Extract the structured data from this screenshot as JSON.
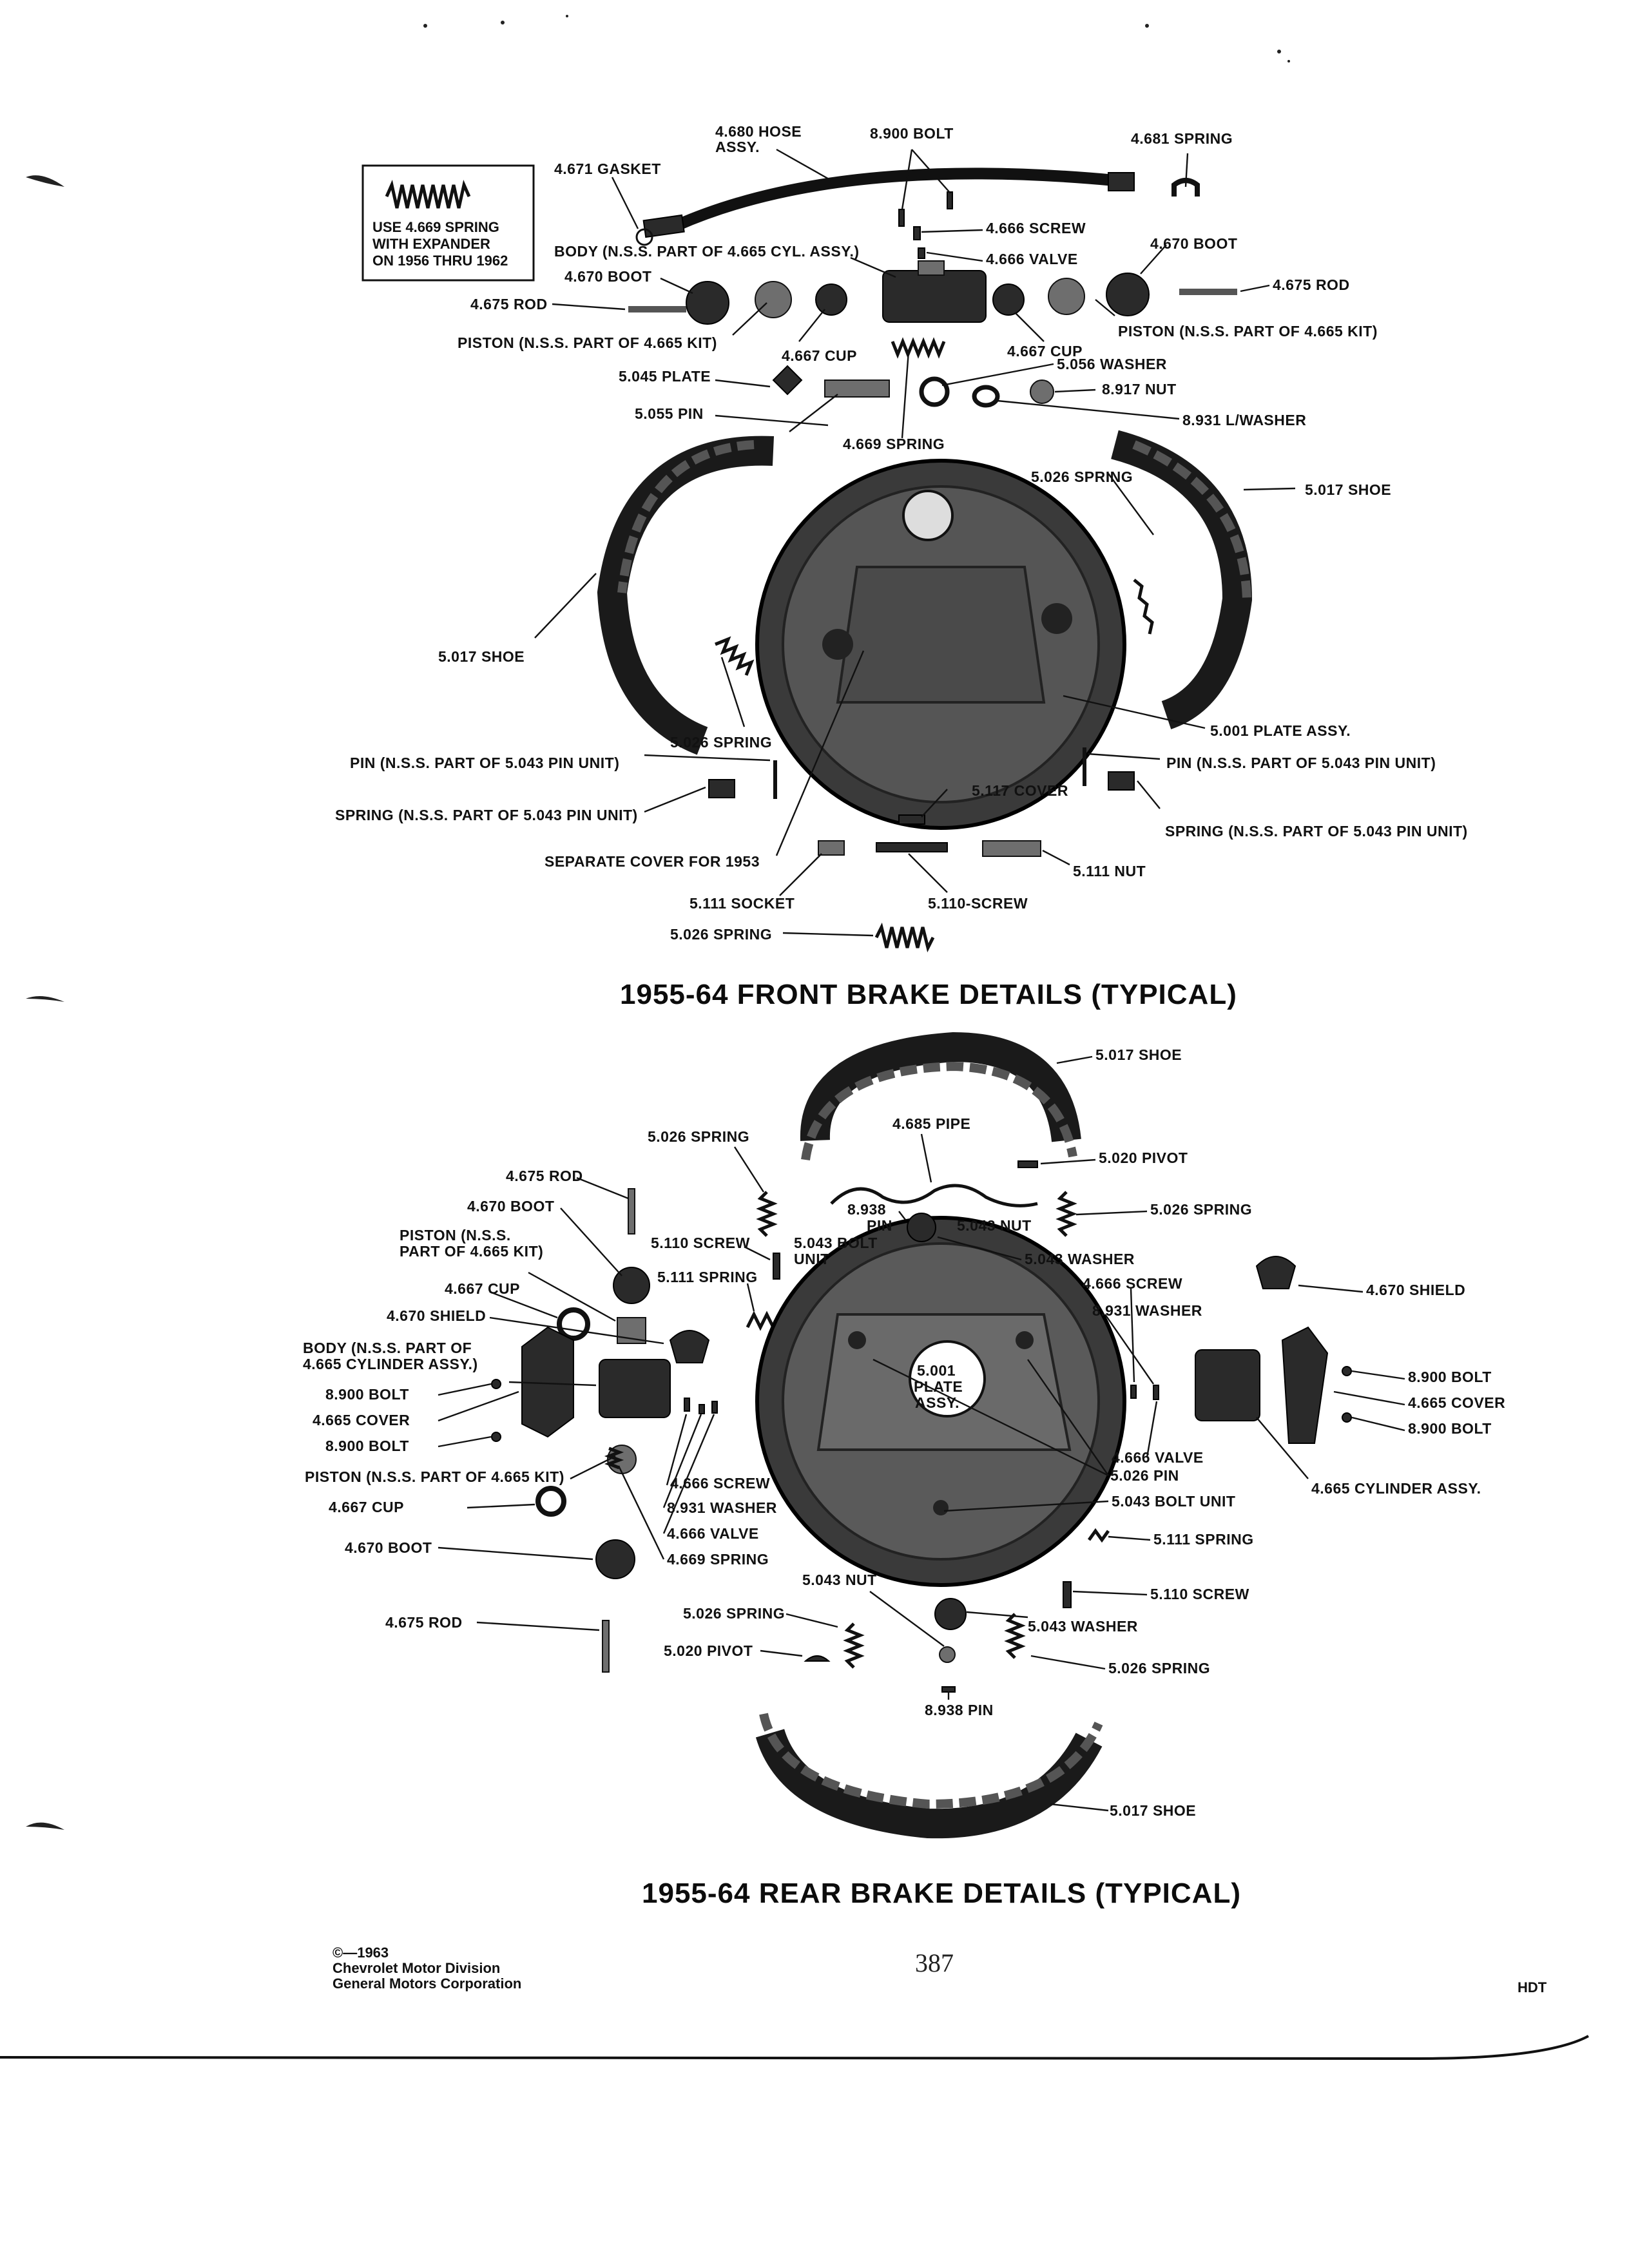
{
  "front": {
    "title": "1955-64 FRONT BRAKE DETAILS (TYPICAL)",
    "note": [
      "USE 4.669 SPRING",
      "WITH EXPANDER",
      "ON 1956 THRU 1962"
    ],
    "labels": {
      "hose_assy_1": "4.680 HOSE",
      "hose_assy_2": "ASSY.",
      "bolt_8900": "8.900 BOLT",
      "spring_4681": "4.681 SPRING",
      "gasket": "4.671 GASKET",
      "screw_4666": "4.666 SCREW",
      "valve_4666": "4.666 VALVE",
      "body": "BODY (N.S.S. PART OF 4.665 CYL. ASSY.)",
      "boot_left": "4.670 BOOT",
      "boot_right": "4.670 BOOT",
      "rod_left": "4.675 ROD",
      "rod_right": "4.675 ROD",
      "piston_left": "PISTON (N.S.S. PART OF 4.665 KIT)",
      "piston_right": "PISTON (N.S.S. PART OF 4.665 KIT)",
      "cup_left": "4.667 CUP",
      "cup_right": "4.667 CUP",
      "plate_5045": "5.045 PLATE",
      "washer_5056": "5.056 WASHER",
      "nut_8917": "8.917 NUT",
      "pin_5055": "5.055 PIN",
      "lwasher_8931": "8.931 L/WASHER",
      "spring_4669": "4.669 SPRING",
      "spring_5026_right": "5.026 SPRING",
      "shoe_right": "5.017 SHOE",
      "shoe_left": "5.017 SHOE",
      "spring_5026_left": "5.026 SPRING",
      "plate_assy": "5.001 PLATE ASSY.",
      "pin_left": "PIN (N.S.S. PART OF 5.043 PIN UNIT)",
      "pin_right": "PIN (N.S.S. PART OF 5.043 PIN UNIT)",
      "cover_5117": "5.117 COVER",
      "spring_pin_left": "SPRING (N.S.S. PART OF 5.043 PIN UNIT)",
      "spring_pin_right": "SPRING (N.S.S. PART OF 5.043 PIN UNIT)",
      "sep_cover": "SEPARATE COVER FOR 1953",
      "nut_5111": "5.111 NUT",
      "socket_5111": "5.111 SOCKET",
      "screw_5110": "5.110-SCREW",
      "spring_5026_bottom": "5.026 SPRING"
    }
  },
  "rear": {
    "title": "1955-64 REAR BRAKE DETAILS (TYPICAL)",
    "labels": {
      "shoe_top": "5.017 SHOE",
      "pipe_4685": "4.685 PIPE",
      "spring_5026_tl": "5.026 SPRING",
      "pivot_5020_top": "5.020 PIVOT",
      "rod_4675_top": "4.675 ROD",
      "boot_4670_top": "4.670 BOOT",
      "pin_8938_1": "8.938",
      "pin_8938_2": "PIN",
      "nut_5043": "5.043 NUT",
      "spring_5026_tr": "5.026 SPRING",
      "piston_1": "PISTON (N.S.S.",
      "piston_2": "PART OF 4.665 KIT)",
      "screw_5110_top": "5.110 SCREW",
      "bolt_5043_1": "5.043 BOLT",
      "bolt_5043_2": "UNIT",
      "washer_5043_top": "5.043 WASHER",
      "spring_5111_top": "5.111 SPRING",
      "cup_4667_top": "4.667 CUP",
      "screw_4666_right": "4.666 SCREW",
      "shield_4670_right": "4.670 SHIELD",
      "washer_8931_right": "8.931 WASHER",
      "shield_4670_left": "4.670 SHIELD",
      "body_1": "BODY (N.S.S. PART OF",
      "body_2": "4.665 CYLINDER ASSY.)",
      "plate_1": "5.001",
      "plate_2": "PLATE",
      "plate_3": "ASSY.",
      "bolt_8900_right_top": "8.900 BOLT",
      "bolt_8900_left_top": "8.900 BOLT",
      "cover_4665_right": "4.665 COVER",
      "cover_4665_left": "4.665 COVER",
      "bolt_8900_right_bot": "8.900 BOLT",
      "bolt_8900_left_bot": "8.900 BOLT",
      "valve_4666_right": "4.666 VALVE",
      "cyl_assy": "4.665 CYLINDER ASSY.",
      "piston_kit": "PISTON (N.S.S. PART OF 4.665 KIT)",
      "screw_4666_left": "4.666 SCREW",
      "pin_5026": "5.026 PIN",
      "bolt_unit_5043": "5.043 BOLT UNIT",
      "cup_4667_bot": "4.667 CUP",
      "washer_8931_left": "8.931 WASHER",
      "valve_4666_left": "4.666 VALVE",
      "spring_4669": "4.669 SPRING",
      "spring_5111_bot": "5.111 SPRING",
      "boot_4670_bot": "4.670 BOOT",
      "nut_5043_bot": "5.043 NUT",
      "screw_5110_bot": "5.110 SCREW",
      "rod_4675_bot": "4.675 ROD",
      "spring_5026_bl": "5.026 SPRING",
      "washer_5043_bot": "5.043 WASHER",
      "pivot_5020_bot": "5.020 PIVOT",
      "spring_5026_br": "5.026 SPRING",
      "pin_8938_bot": "8.938 PIN",
      "shoe_bot": "5.017 SHOE"
    }
  },
  "footer": {
    "copyright_1": "©—1963",
    "copyright_2": "Chevrolet Motor Division",
    "copyright_3": "General Motors Corporation",
    "page_number": "387",
    "tag": "HDT"
  }
}
